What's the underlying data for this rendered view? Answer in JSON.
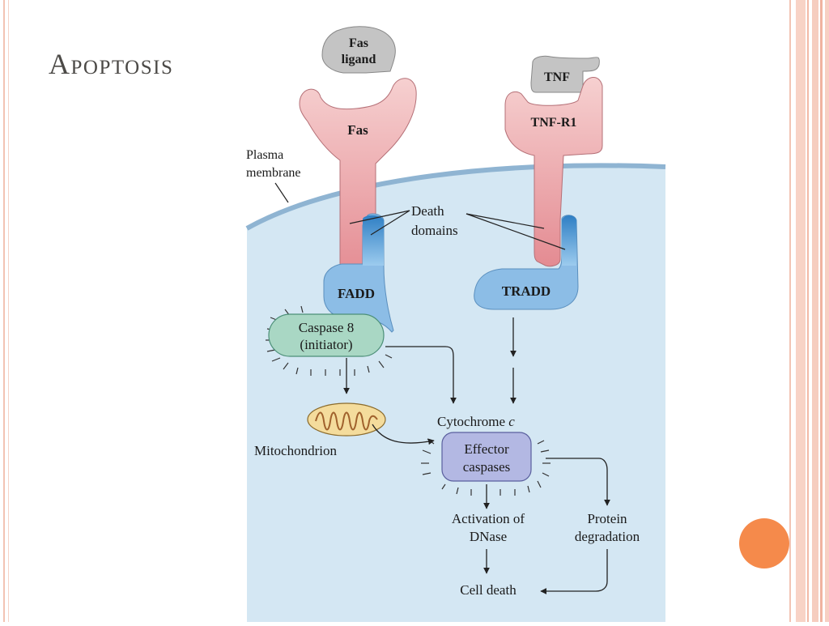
{
  "slide": {
    "title": "Apoptosis"
  },
  "labels": {
    "fas_ligand": [
      "Fas",
      "ligand"
    ],
    "fas": "Fas",
    "tnf": "TNF",
    "tnf_r1": "TNF-R1",
    "plasma_membrane": [
      "Plasma",
      "membrane"
    ],
    "death_domains": [
      "Death",
      "domains"
    ],
    "fadd": "FADD",
    "tradd": "TRADD",
    "caspase8": [
      "Caspase 8",
      "(initiator)"
    ],
    "mitochondrion": "Mitochondrion",
    "cytochrome_c": "Cytochrome",
    "cytochrome_c_italic": "c",
    "effector_caspases": [
      "Effector",
      "caspases"
    ],
    "activation_dnase": [
      "Activation of",
      "DNase"
    ],
    "protein_degradation": [
      "Protein",
      "degradation"
    ],
    "cell_death": "Cell death"
  },
  "colors": {
    "cytoplasm": "#d4e7f3",
    "membrane": "#8fb4d2",
    "receptor": "#f3c4c4",
    "receptor_dd": "#e48b90",
    "ligand": "#c4c4c4",
    "adapter": "#8cbde6",
    "adapter_dd": "#3a86c8",
    "caspase8": "#a9d7c4",
    "effector": "#b3b8e3",
    "mitochondrion": "#f4dc9c",
    "accent_dot": "#f58a4b"
  }
}
